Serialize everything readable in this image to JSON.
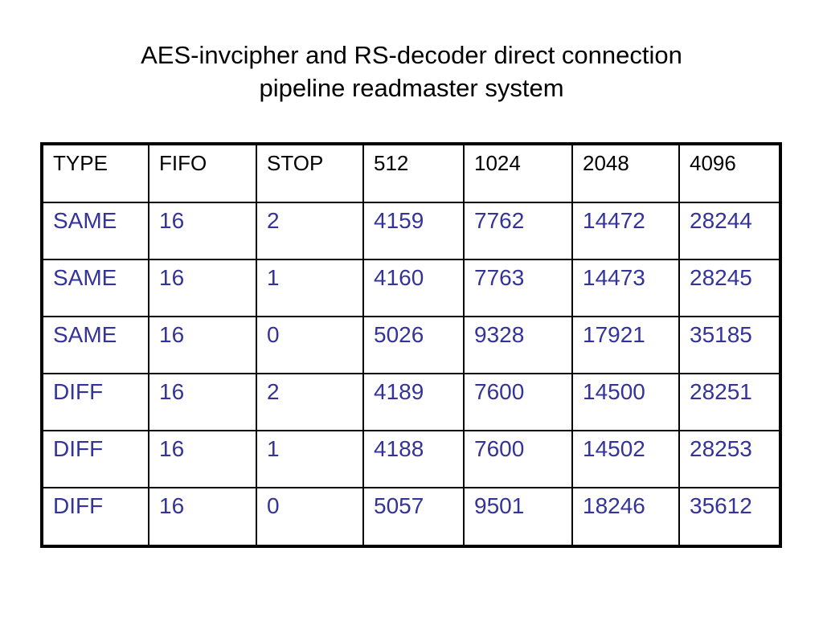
{
  "slide": {
    "title": "AES-invcipher and RS-decoder direct connection\npipeline readmaster system",
    "background_color": "#ffffff",
    "title_color": "#000000"
  },
  "colors": {
    "header_text": "#000000",
    "data_text": "#333399",
    "border": "#000000"
  },
  "table": {
    "headers": [
      "TYPE",
      "FIFO",
      "STOP",
      "512",
      "1024",
      "2048",
      "4096"
    ],
    "rows": [
      [
        "SAME",
        "16",
        "2",
        "4159",
        "7762",
        "14472",
        "28244"
      ],
      [
        "SAME",
        "16",
        "1",
        "4160",
        "7763",
        "14473",
        "28245"
      ],
      [
        "SAME",
        "16",
        "0",
        "5026",
        "9328",
        "17921",
        "35185"
      ],
      [
        "DIFF",
        "16",
        "2",
        "4189",
        "7600",
        "14500",
        "28251"
      ],
      [
        "DIFF",
        "16",
        "1",
        "4188",
        "7600",
        "14502",
        "28253"
      ],
      [
        "DIFF",
        "16",
        "0",
        "5057",
        "9501",
        "18246",
        "35612"
      ]
    ]
  },
  "chart_data": {
    "type": "table",
    "title": "AES-invcipher and RS-decoder direct connection pipeline readmaster system",
    "columns": [
      "TYPE",
      "FIFO",
      "STOP",
      "512",
      "1024",
      "2048",
      "4096"
    ],
    "rows": [
      {
        "TYPE": "SAME",
        "FIFO": 16,
        "STOP": 2,
        "512": 4159,
        "1024": 7762,
        "2048": 14472,
        "4096": 28244
      },
      {
        "TYPE": "SAME",
        "FIFO": 16,
        "STOP": 1,
        "512": 4160,
        "1024": 7763,
        "2048": 14473,
        "4096": 28245
      },
      {
        "TYPE": "SAME",
        "FIFO": 16,
        "STOP": 0,
        "512": 5026,
        "1024": 9328,
        "2048": 17921,
        "4096": 35185
      },
      {
        "TYPE": "DIFF",
        "FIFO": 16,
        "STOP": 2,
        "512": 4189,
        "1024": 7600,
        "2048": 14500,
        "4096": 28251
      },
      {
        "TYPE": "DIFF",
        "FIFO": 16,
        "STOP": 1,
        "512": 4188,
        "1024": 7600,
        "2048": 14502,
        "4096": 28253
      },
      {
        "TYPE": "DIFF",
        "FIFO": 16,
        "STOP": 0,
        "512": 5057,
        "1024": 9501,
        "2048": 18246,
        "4096": 35612
      }
    ],
    "xlabel": "",
    "ylabel": "",
    "grid": true,
    "legend": "none"
  }
}
